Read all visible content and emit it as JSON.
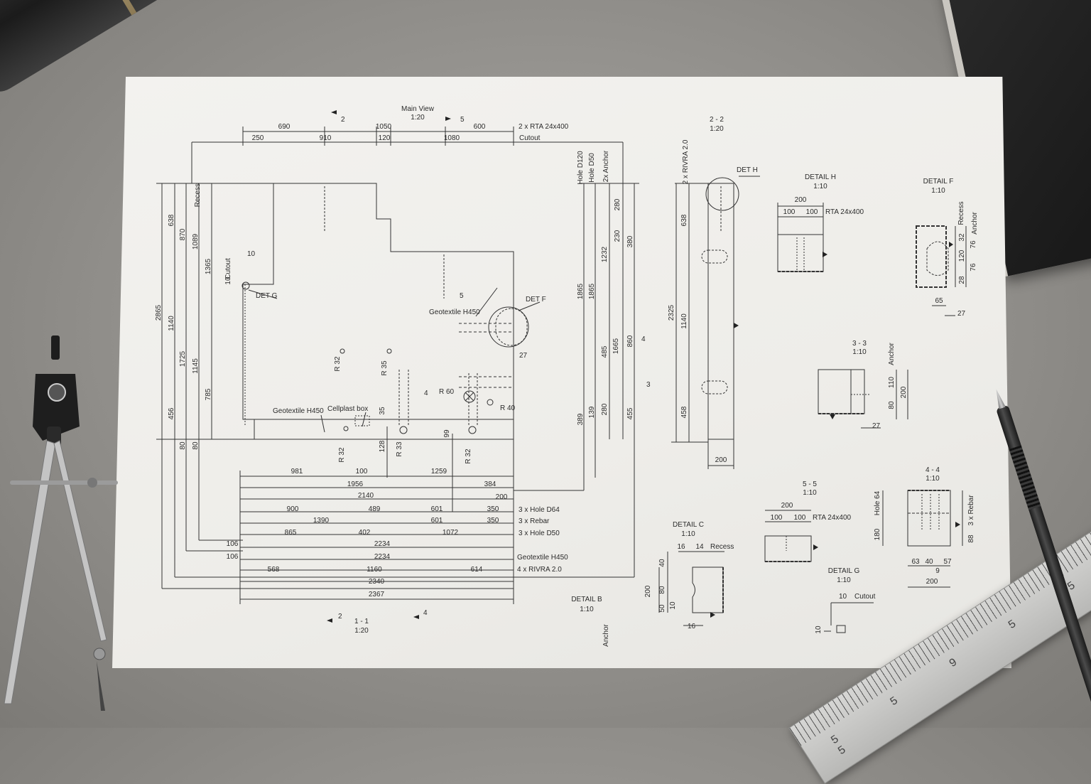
{
  "main_view": {
    "title": "Main View",
    "scale": "1:20",
    "cut_left": "2",
    "cut_right": "5",
    "lbl_cutout": "Cutout",
    "lbl_rta": "2 x RTA 24x400"
  },
  "section_2_2": {
    "title": "2 - 2",
    "scale": "1:20",
    "det_h": "DET H",
    "rivra": "2 x RIVRA 2.0",
    "width": "200"
  },
  "section_1_1": {
    "title": "1 - 1",
    "scale": "1:20",
    "cut_left": "2",
    "cut_right": "4"
  },
  "top_dims": {
    "row1": [
      "690",
      "1050",
      "600"
    ],
    "row2": [
      "250",
      "910",
      "120",
      "1080"
    ]
  },
  "left_dims": [
    "Recess",
    "2865",
    "638",
    "870",
    "1089",
    "1365",
    "1140",
    "1725",
    "1145",
    "785",
    "456",
    "80",
    "80",
    "Cutout",
    "10",
    "10"
  ],
  "right_dims": [
    "Hole D120",
    "Hole D50",
    "2x Anchor",
    "280",
    "230",
    "380",
    "1865",
    "1865",
    "1232",
    "1665",
    "860",
    "485",
    "455",
    "389",
    "139",
    "280",
    "4",
    "3",
    "27"
  ],
  "labels": {
    "det_g": "DET G",
    "det_f": "DET F",
    "geotextile_top": "Geotextile H450",
    "geotextile_bottom": "Geotextile H450",
    "cellplast": "Cellplast box",
    "r32a": "R 32",
    "r35a": "R 35",
    "r60": "R 60",
    "r40": "R 40",
    "r32b": "R 32",
    "r33": "R 33",
    "r32c": "R 32",
    "d35": "35",
    "d128": "128",
    "d99": "99",
    "cut4": "4",
    "cut5": "5"
  },
  "bottom_dims": [
    {
      "values": [
        "981",
        "100",
        "1259"
      ],
      "note": ""
    },
    {
      "values": [
        "1956",
        "384"
      ],
      "note": ""
    },
    {
      "values": [
        "2140",
        "200"
      ],
      "note": ""
    },
    {
      "values": [
        "900",
        "489",
        "601",
        "350"
      ],
      "note": "3 x Hole D64"
    },
    {
      "values": [
        "1390",
        "601",
        "350"
      ],
      "note": "3 x Rebar"
    },
    {
      "values": [
        "865",
        "402",
        "1072"
      ],
      "note": "3 x Hole D50"
    },
    {
      "values": [
        "106",
        "2234"
      ],
      "note": ""
    },
    {
      "values": [
        "106",
        "2234"
      ],
      "note": "Geotextile H450"
    },
    {
      "values": [
        "568",
        "1160",
        "614"
      ],
      "note": "4 x RIVRA 2.0"
    },
    {
      "values": [
        "2340"
      ],
      "note": ""
    },
    {
      "values": [
        "2367"
      ],
      "note": ""
    }
  ],
  "detail_h": {
    "title": "DETAIL H",
    "scale": "1:10",
    "dims": [
      "200",
      "100",
      "100"
    ],
    "note": "RTA 24x400"
  },
  "detail_f": {
    "title": "DETAIL F",
    "scale": "1:10",
    "dims": [
      "Recess",
      "Anchor",
      "32",
      "76",
      "120",
      "76",
      "28",
      "65",
      "27"
    ]
  },
  "section_3_3": {
    "title": "3 - 3",
    "scale": "1:10",
    "dims": [
      "Anchor",
      "110",
      "200",
      "80",
      "27"
    ]
  },
  "section_5_5": {
    "title": "5 - 5",
    "scale": "1:10",
    "dims": [
      "200",
      "100",
      "100"
    ],
    "note": "RTA 24x400"
  },
  "section_4_4": {
    "title": "4 - 4",
    "scale": "1:10",
    "dims": [
      "Hole 64",
      "180",
      "3 x Rebar",
      "88",
      "63",
      "40",
      "57",
      "200",
      "9"
    ]
  },
  "detail_c": {
    "title": "DETAIL C",
    "scale": "1:10",
    "dims": [
      "16",
      "14",
      "40",
      "200",
      "80",
      "50",
      "10",
      "16"
    ],
    "note": "Recess"
  },
  "detail_g": {
    "title": "DETAIL G",
    "scale": "1:10",
    "dims": [
      "10",
      "10"
    ],
    "note": "Cutout"
  },
  "detail_b": {
    "title": "DETAIL B",
    "scale": "1:10",
    "note": "Anchor"
  },
  "section_2_2_dims": [
    "638",
    "1140",
    "2325",
    "458"
  ],
  "ruler_numbers": "5 5 9 5 5 5"
}
